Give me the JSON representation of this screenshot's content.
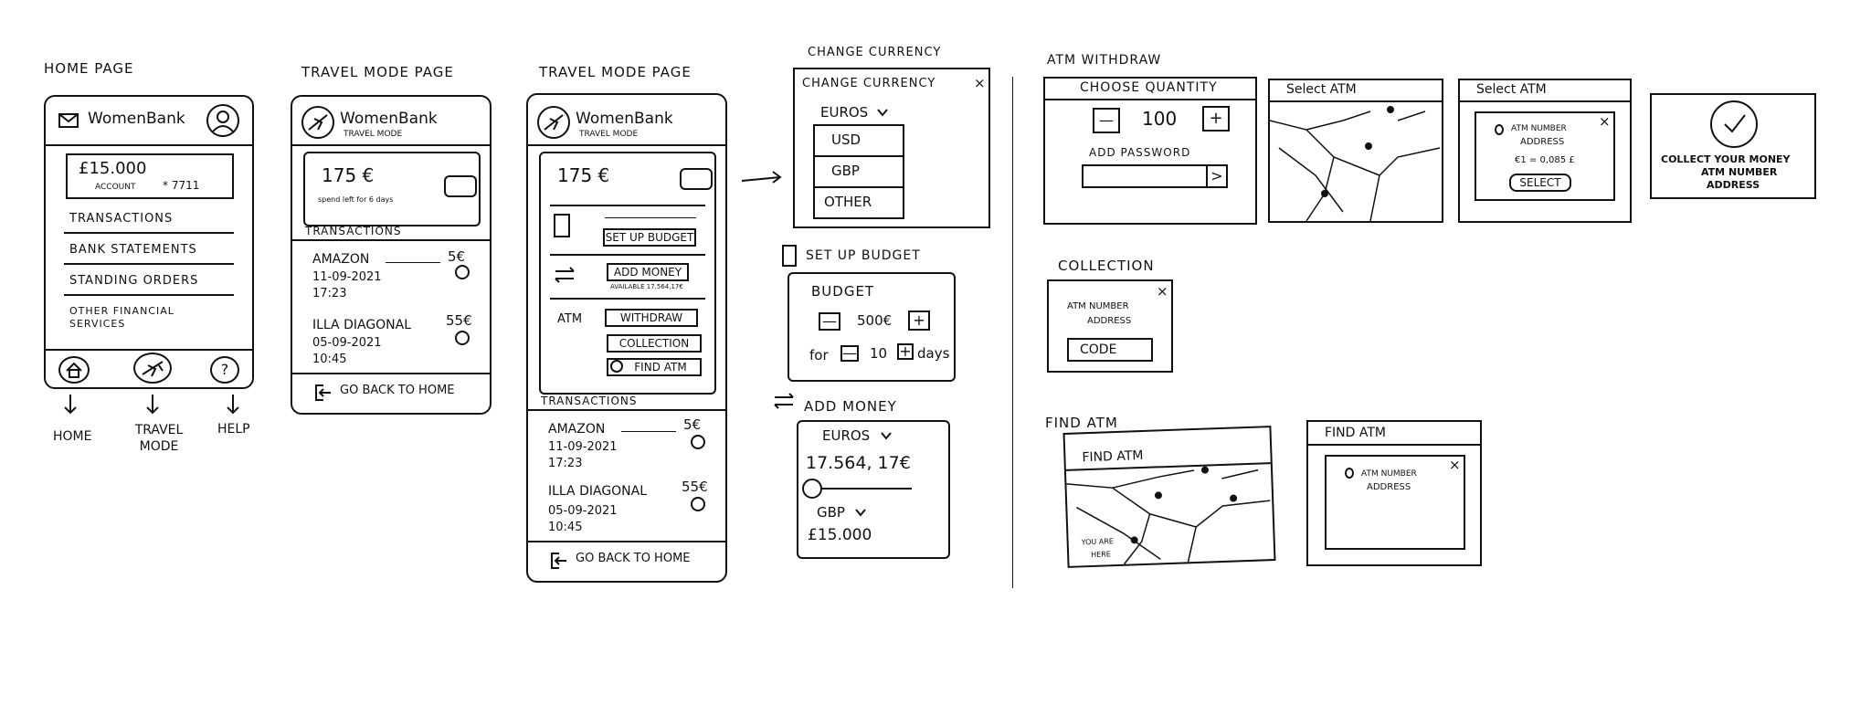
{
  "home": {
    "section_title": "HOME PAGE",
    "app_name": "WomenBank",
    "balance": "£15.000",
    "account_label": "ACCOUNT",
    "account_number": "* 7711",
    "menu": [
      "TRANSACTIONS",
      "BANK STATEMENTS",
      "STANDING ORDERS",
      "OTHER FINANCIAL SERVICES"
    ],
    "nav_labels": {
      "home": "HOME",
      "travel": "TRAVEL MODE",
      "help": "HELP"
    },
    "help_glyph": "?"
  },
  "travel1": {
    "section_title": "TRAVEL MODE PAGE",
    "app_name": "WomenBank",
    "subtitle": "TRAVEL MODE",
    "amount": "175 €",
    "amount_note": "spend left for 6 days",
    "transactions_title": "TRANSACTIONS",
    "transactions": [
      {
        "name": "AMAZON",
        "amount": "5€",
        "date": "11-09-2021",
        "time": "17:23"
      },
      {
        "name": "ILLA DIAGONAL",
        "amount": "55€",
        "date": "05-09-2021",
        "time": "10:45"
      }
    ],
    "back_label": "GO BACK TO HOME"
  },
  "travel2": {
    "section_title": "TRAVEL MODE PAGE",
    "app_name": "WomenBank",
    "subtitle": "TRAVEL MODE",
    "amount": "175 €",
    "setup_budget": "SET UP BUDGET",
    "add_money": "ADD MONEY",
    "available": "AVAILABLE 17.564,17€",
    "atm_label": "ATM",
    "withdraw": "WITHDRAW",
    "collection": "COLLECTION",
    "find_atm": "FIND ATM",
    "transactions_title": "TRANSACTIONS",
    "transactions": [
      {
        "name": "AMAZON",
        "amount": "5€",
        "date": "11-09-2021",
        "time": "17:23"
      },
      {
        "name": "ILLA DIAGONAL",
        "amount": "55€",
        "date": "05-09-2021",
        "time": "10:45"
      }
    ],
    "back_label": "GO BACK TO HOME"
  },
  "change_currency": {
    "section_title": "CHANGE CURRENCY",
    "header": "CHANGE CURRENCY",
    "selected": "EUROS",
    "options": [
      "USD",
      "GBP",
      "OTHER"
    ],
    "close": "×"
  },
  "setup_budget": {
    "section_title": "SET UP BUDGET",
    "header": "BUDGET",
    "amount": "500€",
    "for_label": "for",
    "days_value": "10",
    "days_label": "days",
    "minus": "—",
    "plus": "+"
  },
  "add_money": {
    "section_title": "ADD MONEY",
    "from_currency": "EUROS",
    "from_amount": "17.564, 17€",
    "to_currency": "GBP",
    "to_amount": "£15.000"
  },
  "atm_withdraw": {
    "section_title": "ATM WITHDRAW",
    "choose_quantity": "CHOOSE QUANTITY",
    "minus": "—",
    "quantity": "100",
    "plus": "+",
    "add_password": "ADD PASSWORD",
    "submit": ">",
    "select_atm_title": "Select ATM",
    "atm_number": "ATM NUMBER",
    "address": "ADDRESS",
    "rate": "€1 = 0,085 £",
    "select_button": "SELECT",
    "close": "×",
    "collect_message": "COLLECT YOUR MONEY",
    "collect_atm": "ATM NUMBER",
    "collect_address": "ADDRESS"
  },
  "collection": {
    "section_title": "COLLECTION",
    "atm_number": "ATM NUMBER",
    "address": "ADDRESS",
    "code": "CODE",
    "close": "×"
  },
  "find_atm": {
    "section_title": "FIND ATM",
    "map_title": "FIND ATM",
    "you_are": "YOU ARE",
    "here": "HERE",
    "detail_title": "FIND ATM",
    "atm_number": "ATM NUMBER",
    "address": "ADDRESS",
    "close": "×"
  }
}
